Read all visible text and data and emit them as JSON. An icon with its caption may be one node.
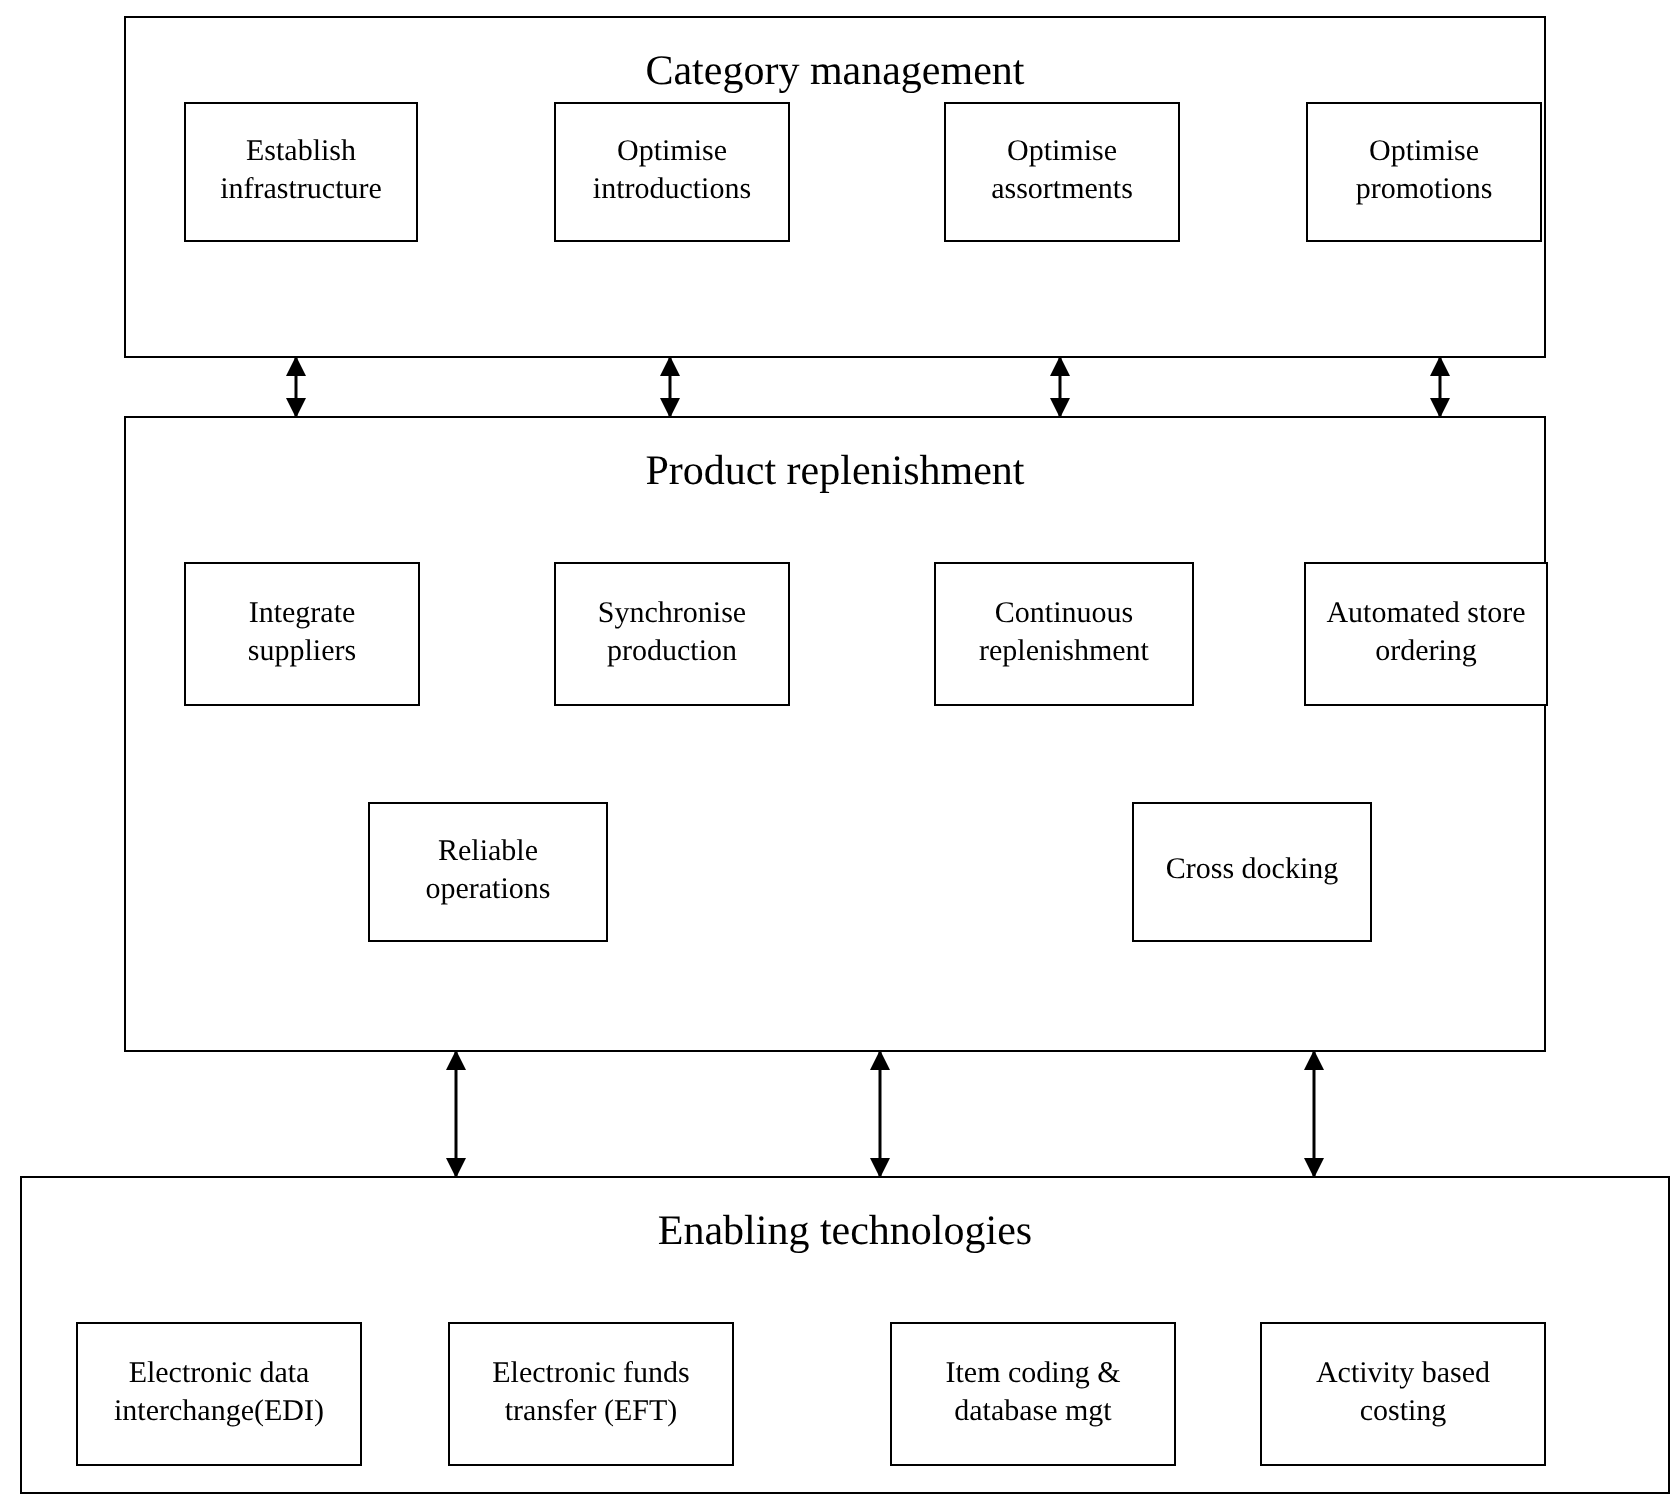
{
  "diagram": {
    "nodes": [
      {
        "text": [
          "Category management"
        ]
      },
      {
        "text": [
          "Establish infrastructure"
        ],
        "in": 0
      },
      {
        "text": [
          "Optimise introductions"
        ],
        "in": 0
      },
      {
        "text": [
          "Optimise assortments"
        ],
        "in": 0
      },
      {
        "text": [
          "Optimise promotions"
        ],
        "in": 0
      },
      {
        "text": [
          "Product replenishment"
        ]
      },
      {
        "text": [
          "Integrate suppliers"
        ],
        "in": 5
      },
      {
        "text": [
          "Synchronise production"
        ],
        "in": 5
      },
      {
        "text": [
          "Continuous replenishment"
        ],
        "in": 5
      },
      {
        "text": [
          "Automated store ordering"
        ],
        "in": 5
      },
      {
        "text": [
          "Reliable operations"
        ],
        "in": 5
      },
      {
        "text": [
          "Cross docking"
        ],
        "in": 5
      },
      {
        "text": [
          "Enabling technologies"
        ]
      },
      {
        "text": [
          "Electronic data interchange(EDI)"
        ],
        "in": 12
      },
      {
        "text": [
          "Electronic funds transfer (EFT)"
        ],
        "in": 12
      },
      {
        "text": [
          "Item coding & database mgt"
        ],
        "in": 12
      },
      {
        "text": [
          "Activity based costing"
        ],
        "in": 12
      }
    ],
    "edges": [
      {
        "from": 0,
        "to": 5,
        "arrow": "both"
      },
      {
        "from": 0,
        "to": 5,
        "arrow": "both"
      },
      {
        "from": 0,
        "to": 5,
        "arrow": "both"
      },
      {
        "from": 0,
        "to": 5,
        "arrow": "both"
      },
      {
        "from": 5,
        "to": 12,
        "arrow": "both"
      },
      {
        "from": 5,
        "to": 12,
        "arrow": "both"
      },
      {
        "from": 5,
        "to": 12,
        "arrow": "both"
      }
    ]
  }
}
